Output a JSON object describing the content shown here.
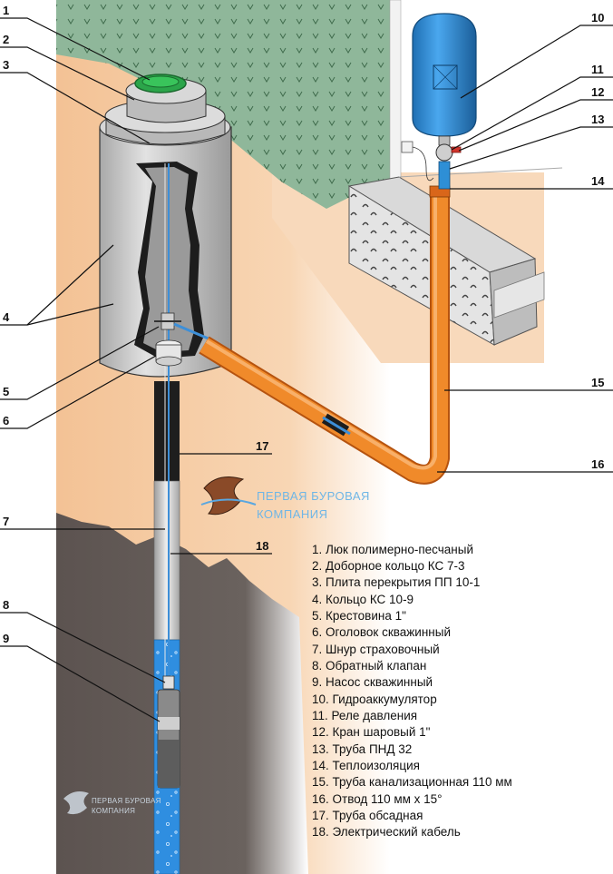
{
  "labels": [
    "1",
    "2",
    "3",
    "4",
    "5",
    "6",
    "7",
    "8",
    "9",
    "10",
    "11",
    "12",
    "13",
    "14",
    "15",
    "16",
    "17",
    "18"
  ],
  "legend": [
    "1. Люк полимерно-песчаный",
    "2. Доборное кольцо КС 7-3",
    "3. Плита перекрытия ПП 10-1",
    "4. Кольцо КС 10-9",
    "5. Крестовина 1\"",
    "6. Оголовок скважинный",
    "7. Шнур страховочный",
    "8. Обратный клапан",
    "9. Насос скважинный",
    "10. Гидроаккумулятор",
    "11. Реле давления",
    "12. Кран шаровый 1\"",
    "13. Труба ПНД 32",
    "14. Теплоизоляция",
    "15. Труба канализационная 110 мм",
    "16. Отвод 110 мм х 15°",
    "17. Труба обсадная",
    "18. Электрический кабель"
  ],
  "logo": {
    "line1": "ПЕРВАЯ БУРОВАЯ",
    "line2": "КОМПАНИЯ"
  },
  "watermark": {
    "line1": "ПЕРВАЯ БУРОВАЯ",
    "line2": "КОМПАНИЯ"
  },
  "colors": {
    "grass": "#8fb79a",
    "sand": "#f6caa0",
    "clay": "#5e5652",
    "ring": "#c8c8c8",
    "pipe_orange": "#f08a2a",
    "tank_blue": "#2e8fd6",
    "water": "#2f8ee0",
    "hatch_green": "#2ba54a"
  }
}
